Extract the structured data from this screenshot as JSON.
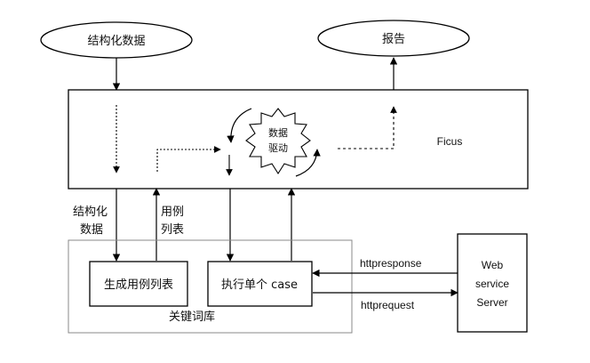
{
  "nodes": {
    "structured_data": "结构化数据",
    "report": "报告",
    "ficus": "Ficus",
    "data_driven_line1": "数据",
    "data_driven_line2": "驱动",
    "generate_test_list": "生成用例列表",
    "execute_single_case": "执行单个 case",
    "keyword_library": "关键词库",
    "web_service_line1": "Web",
    "web_service_line2": "service",
    "web_service_line3": "Server"
  },
  "edges": {
    "structured_data_line1": "结构化",
    "structured_data_line2": "数据",
    "test_list_line1": "用例",
    "test_list_line2": "列表",
    "http_response": "httpresponse",
    "http_request": "httprequest"
  },
  "colors": {
    "stroke": "#000000",
    "container_stroke": "#888888",
    "fill": "#ffffff"
  }
}
